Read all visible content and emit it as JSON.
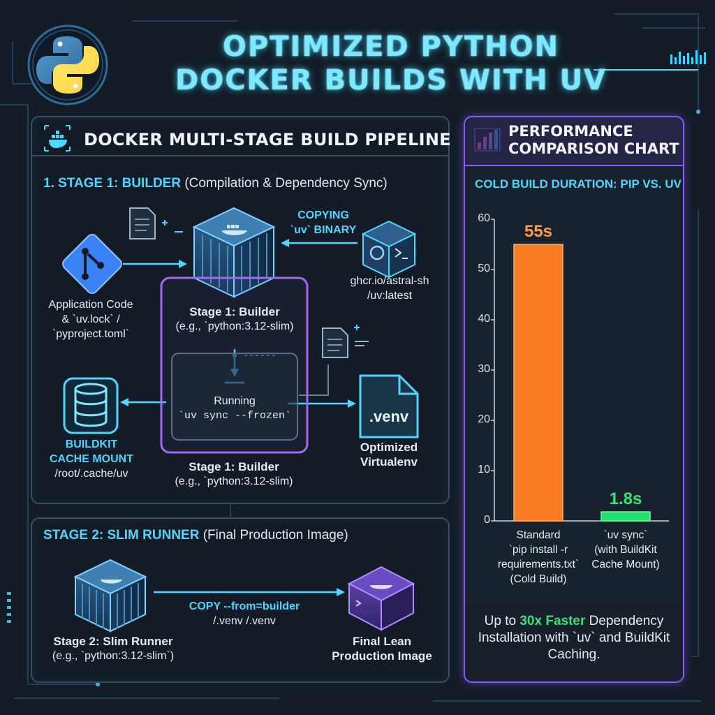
{
  "title": {
    "line1": "OPTIMIZED PYTHON",
    "line2": "DOCKER BUILDS WITH UV"
  },
  "pipeline": {
    "heading": "DOCKER MULTI-STAGE BUILD PIPELINE",
    "stage1_heading_bold": "1. STAGE 1: BUILDER",
    "stage1_heading_rest": "(Compilation & Dependency Sync)",
    "app_code_label": [
      "Application Code",
      "& `uv.lock` /",
      "`pyproject.toml`"
    ],
    "copying_label": [
      "COPYING",
      "`uv` BINARY"
    ],
    "ghcr_label": [
      "ghcr.io/astral-sh",
      "/uv:latest"
    ],
    "builder_top_label": [
      "Stage 1: Builder",
      "(e.g., `python:3.12-slim)"
    ],
    "running_label": [
      "Running",
      "`uv sync --frozen`"
    ],
    "builder_bottom_label": [
      "Stage 1: Builder",
      "(e.g., `python:3.12-slim)"
    ],
    "cache_label": [
      "BUILDKIT",
      "CACHE MOUNT"
    ],
    "cache_path": "/root/.cache/uv",
    "venv_file": ".venv",
    "venv_label": [
      "Optimized",
      "Virtualenv"
    ]
  },
  "stage2": {
    "heading_bold": "STAGE 2: SLIM RUNNER",
    "heading_rest": "(Final Production Image)",
    "copy_label": [
      "COPY --from=builder",
      "/.venv /.venv"
    ],
    "runner_label": [
      "Stage 2: Slim Runner",
      "(e.g., `python:3.12-slim`)"
    ],
    "final_label": [
      "Final Lean",
      "Production Image"
    ]
  },
  "performance": {
    "heading": [
      "PERFORMANCE",
      "COMPARISON CHART"
    ],
    "footer_pre": "Up to ",
    "footer_highlight": "30x Faster",
    "footer_post": " Dependency Installation with `uv` and BuildKit Caching."
  },
  "colors": {
    "cyan": "#4fd6ff",
    "purple": "#8b5cf6",
    "pip_bar": "#f97b22",
    "uv_bar": "#22e06a"
  },
  "chart_data": {
    "type": "bar",
    "title": "COLD BUILD DURATION: PIP VS. UV",
    "categories": [
      [
        "Standard",
        "`pip install -r",
        "requirements.txt`",
        "(Cold Build)"
      ],
      [
        "`uv sync`",
        "(with BuildKit",
        "Cache Mount)"
      ]
    ],
    "values": [
      55,
      1.8
    ],
    "value_labels": [
      "55s",
      "1.8s"
    ],
    "ylim": [
      0,
      60
    ],
    "yticks": [
      0,
      10,
      20,
      30,
      40,
      50,
      60
    ],
    "grid": false
  }
}
